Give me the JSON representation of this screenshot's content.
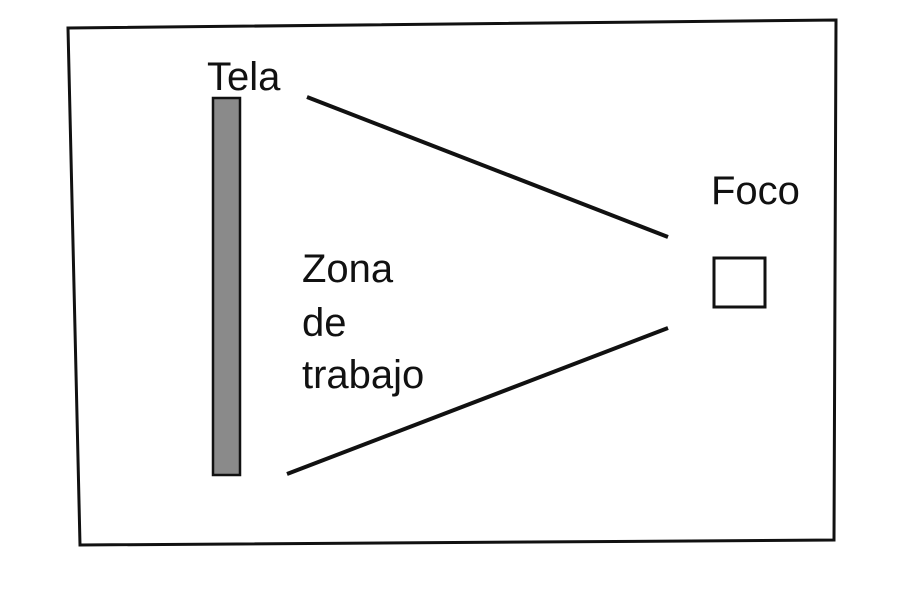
{
  "diagram": {
    "labels": {
      "screen": "Tela",
      "light": "Foco",
      "work_zone_line1": "Zona",
      "work_zone_line2": "de",
      "work_zone_line3": "trabajo"
    },
    "colors": {
      "screen_fill": "#8a8a8a",
      "stroke": "#111111",
      "background": "#ffffff"
    }
  }
}
